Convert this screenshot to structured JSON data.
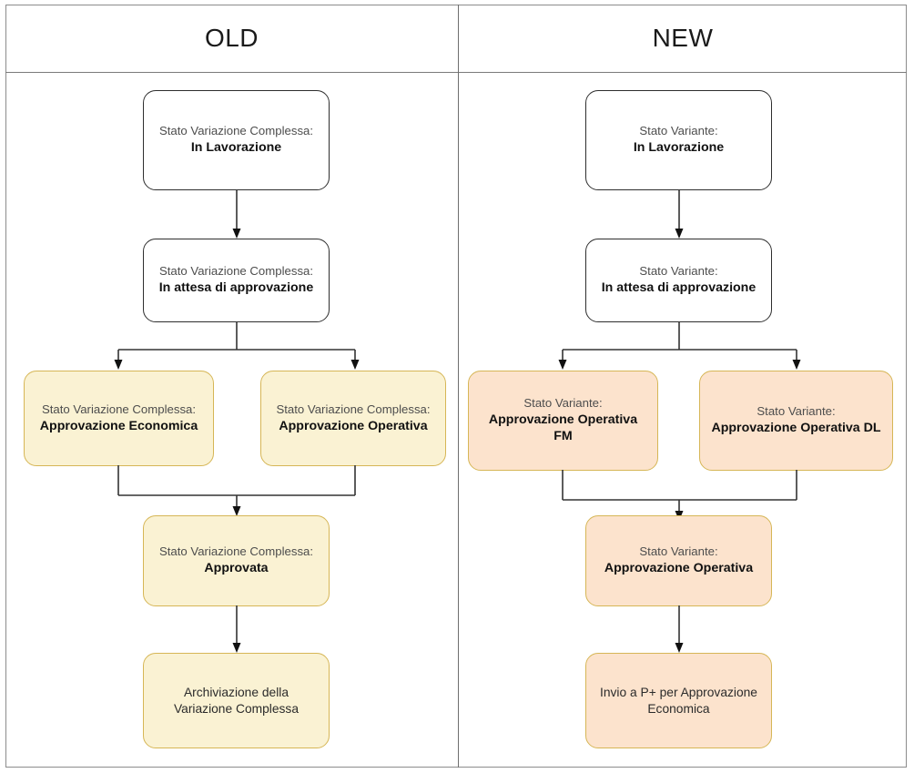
{
  "diagram": {
    "title_old": "OLD",
    "title_new": "NEW",
    "palette": {
      "white_fill": "#ffffff",
      "white_stroke": "#2e2e2e",
      "yellow_fill": "#faf2d3",
      "yellow_stroke": "#d6b656",
      "peach_fill": "#fce3cd",
      "peach_stroke": "#d6b656",
      "frame_stroke": "#8c8c8c",
      "connector_stroke": "#333333",
      "label_muted": "#4d4d4d",
      "label_strong": "#111111"
    },
    "columns": [
      {
        "key": "old",
        "header": "OLD",
        "nodes": [
          {
            "id": "old-1",
            "style": "white",
            "line1": "Stato Variazione Complessa:",
            "line2": "In Lavorazione"
          },
          {
            "id": "old-2",
            "style": "white",
            "line1": "Stato Variazione Complessa:",
            "line2": "In attesa di approvazione"
          },
          {
            "id": "old-3",
            "style": "yellow",
            "line1": "Stato Variazione Complessa:",
            "line2": "Approvazione Economica"
          },
          {
            "id": "old-4",
            "style": "yellow",
            "line1": "Stato Variazione Complessa:",
            "line2": "Approvazione Operativa"
          },
          {
            "id": "old-5",
            "style": "yellow",
            "line1": "Stato Variazione Complessa:",
            "line2": "Approvata"
          },
          {
            "id": "old-6",
            "style": "yellow",
            "line1": "Archiviazione della\nVariazione Complessa",
            "line2": ""
          }
        ]
      },
      {
        "key": "new",
        "header": "NEW",
        "nodes": [
          {
            "id": "new-1",
            "style": "white",
            "line1": "Stato Variante:",
            "line2": "In Lavorazione"
          },
          {
            "id": "new-2",
            "style": "white",
            "line1": "Stato Variante:",
            "line2": "In attesa di approvazione"
          },
          {
            "id": "new-3",
            "style": "peach",
            "line1": "Stato Variante:",
            "line2": "Approvazione Operativa\nFM"
          },
          {
            "id": "new-4",
            "style": "peach",
            "line1": "Stato Variante:",
            "line2": "Approvazione Operativa DL"
          },
          {
            "id": "new-5",
            "style": "peach",
            "line1": "Stato Variante:",
            "line2": "Approvazione Operativa"
          },
          {
            "id": "new-6",
            "style": "peach",
            "line1": "Invio a P+ per Approvazione\nEconomica",
            "line2": ""
          }
        ]
      }
    ]
  }
}
